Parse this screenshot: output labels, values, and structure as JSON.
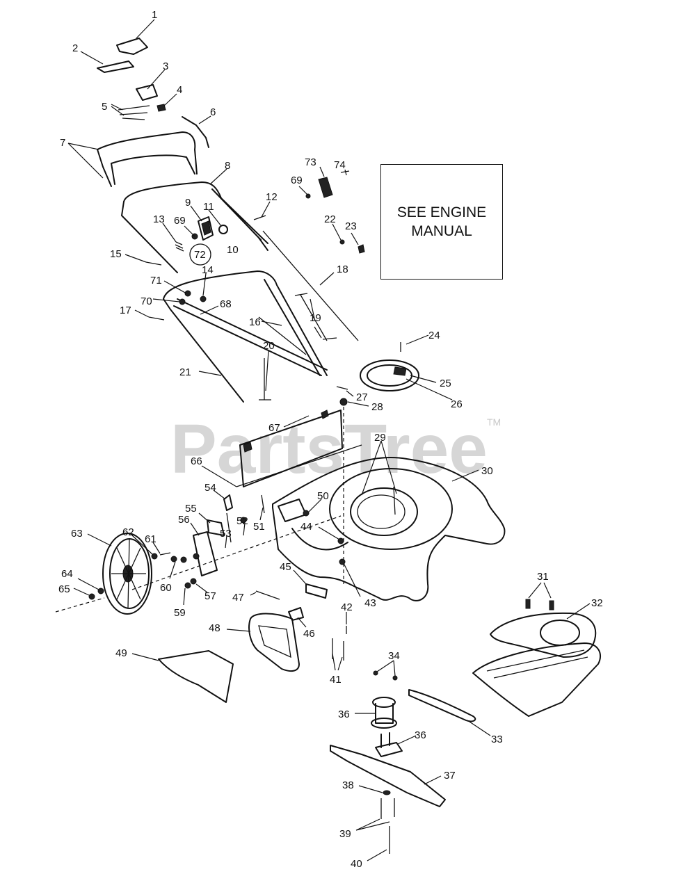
{
  "diagram": {
    "watermark": "PartsTree",
    "watermark_mark": "TM",
    "note": "SEE ENGINE\nMANUAL",
    "callouts": [
      "1",
      "2",
      "3",
      "4",
      "5",
      "6",
      "7",
      "8",
      "9",
      "10",
      "11",
      "12",
      "13",
      "14",
      "15",
      "16",
      "17",
      "18",
      "19",
      "20",
      "21",
      "22",
      "23",
      "24",
      "25",
      "26",
      "27",
      "28",
      "29",
      "30",
      "31",
      "32",
      "33",
      "34",
      "36",
      "36",
      "37",
      "38",
      "39",
      "40",
      "41",
      "42",
      "43",
      "44",
      "45",
      "46",
      "47",
      "48",
      "49",
      "50",
      "51",
      "52",
      "53",
      "54",
      "55",
      "56",
      "57",
      "59",
      "60",
      "61",
      "62",
      "63",
      "64",
      "65",
      "66",
      "67",
      "68",
      "69",
      "69",
      "70",
      "71",
      "72",
      "73",
      "74"
    ]
  }
}
